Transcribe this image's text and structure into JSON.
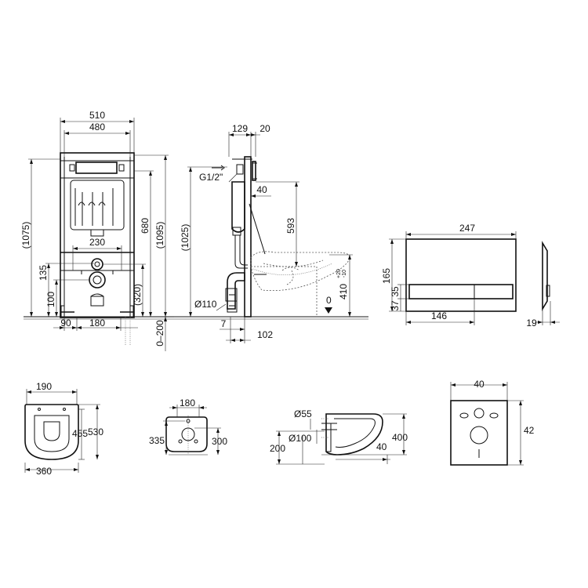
{
  "frame_front": {
    "width_outer": "510",
    "width_inner": "480",
    "height_left": "(1075)",
    "height_right": "(1095)",
    "height_680": "680",
    "height_320": "(320)",
    "offset_135": "135",
    "offset_100": "100",
    "dist_230": "230",
    "foot_90": "90",
    "foot_180": "180",
    "adjust": "0–200"
  },
  "frame_side": {
    "depth_129": "129",
    "depth_20": "20",
    "thread": "G1/2\"",
    "offset_40": "40",
    "height_1025": "(1025)",
    "height_593": "593",
    "pipe": "Ø110",
    "bottom_7": "7",
    "bottom_102": "102",
    "height_410": "410",
    "tol_plus": "+20",
    "tol_minus": "-10",
    "floor_zero": "0"
  },
  "plate": {
    "width": "247",
    "height": "165",
    "h35": "35",
    "h37": "37",
    "w146": "146",
    "depth": "19"
  },
  "bowl_top": {
    "w190": "190",
    "h455": "455",
    "h530": "530",
    "w360": "360"
  },
  "bowl_back": {
    "w180": "180",
    "h335": "335",
    "h300": "300"
  },
  "bowl_side": {
    "d55": "Ø55",
    "d100": "Ø100",
    "h200": "200",
    "h400": "400",
    "w40": "40"
  },
  "mat": {
    "w40": "40",
    "h42": "42"
  }
}
